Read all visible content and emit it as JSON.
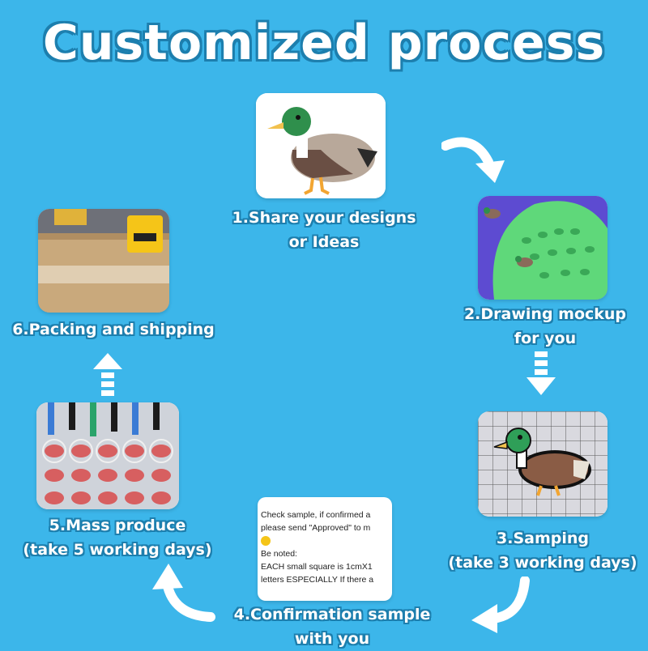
{
  "title": "Customized process",
  "steps": {
    "s1": {
      "line1": "1.Share your designs",
      "line2": "or Ideas"
    },
    "s2": {
      "line1": "2.Drawing mockup",
      "line2": "for you"
    },
    "s3": {
      "line1": "3.Samping",
      "line2": "(take 3 working days)"
    },
    "s4": {
      "line1": "4.Confirmation sample",
      "line2": "with you"
    },
    "s5": {
      "line1": "5.Mass produce",
      "line2": "(take 5 working days)"
    },
    "s6": {
      "line1": "6.Packing and shipping"
    }
  },
  "sample_message": {
    "line1": "Check sample, if confirmed a",
    "line2": "please send \"Approved\" to m",
    "line3": "Be noted:",
    "line4": "EACH small square is 1cmX1",
    "line5": "letters ESPECIALLY If there a"
  },
  "colors": {
    "background": "#3cb6ea",
    "arrow": "#ffffff",
    "text_outline": "#1d7fae"
  },
  "icons": [
    "duck-illustration",
    "clog-mockup-photo",
    "duck-charm-sample-photo",
    "message-screenshot",
    "mass-production-photo",
    "packing-photo"
  ]
}
